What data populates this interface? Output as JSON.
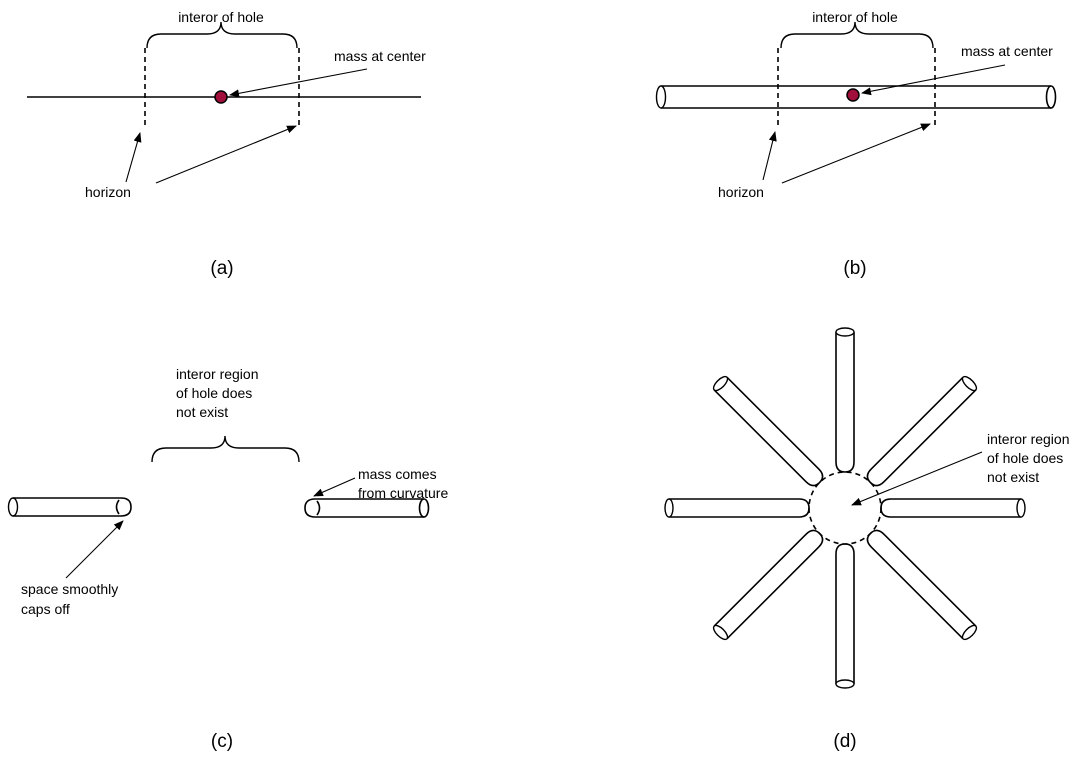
{
  "colors": {
    "mass": "#a0103a",
    "line": "#000000",
    "background": "#ffffff"
  },
  "panel_a": {
    "interior_label": "interor of hole",
    "mass_label": "mass at center",
    "horizon_label": "horizon",
    "caption": "(a)"
  },
  "panel_b": {
    "interior_label": "interor of hole",
    "mass_label": "mass at center",
    "horizon_label": "horizon",
    "caption": "(b)"
  },
  "panel_c": {
    "interior_label": [
      "interor region",
      "of hole does",
      "not exist"
    ],
    "mass_label": [
      "mass comes",
      "from curvature"
    ],
    "cap_label": [
      "space smoothly",
      "caps off"
    ],
    "caption": "(c)"
  },
  "panel_d": {
    "interior_label": [
      "interor region",
      "of hole does",
      "not exist"
    ],
    "caption": "(d)"
  }
}
